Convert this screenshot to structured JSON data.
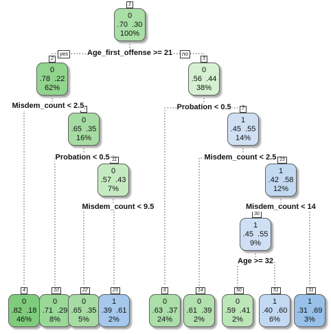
{
  "colors": {
    "class0": "#7fd17f",
    "class0_light": "#c5ebc0",
    "class1": "#8fbfe6",
    "class1_light": "#cfe0f5"
  },
  "branch_tags": {
    "yes": "yes",
    "no": "no"
  },
  "nodes": [
    {
      "id": "1",
      "cls": "0",
      "probs": ".70  .30",
      "pct": "100%",
      "color": "#a9dfa6"
    },
    {
      "id": "2",
      "cls": "0",
      "probs": ".78  .22",
      "pct": "62%",
      "color": "#91d48e"
    },
    {
      "id": "3",
      "cls": "0",
      "probs": ".56  .44",
      "pct": "38%",
      "color": "#d6f1d2"
    },
    {
      "id": "5",
      "cls": "0",
      "probs": ".65  .35",
      "pct": "16%",
      "color": "#a6dca3"
    },
    {
      "id": "7",
      "cls": "1",
      "probs": ".45  .55",
      "pct": "14%",
      "color": "#cfe0f5"
    },
    {
      "id": "11",
      "cls": "0",
      "probs": ".57  .43",
      "pct": "7%",
      "color": "#c5eac1"
    },
    {
      "id": "15",
      "cls": "1",
      "probs": ".42  .58",
      "pct": "12%",
      "color": "#c3d9f2"
    },
    {
      "id": "30",
      "cls": "1",
      "probs": ".45  .55",
      "pct": "9%",
      "color": "#cfe0f5"
    },
    {
      "id": "4",
      "cls": "0",
      "probs": ".82  .18",
      "pct": "46%",
      "color": "#7fcc7c"
    },
    {
      "id": "10",
      "cls": "0",
      "probs": ".71  .29",
      "pct": "8%",
      "color": "#9ad898"
    },
    {
      "id": "22",
      "cls": "0",
      "probs": ".65  .35",
      "pct": "5%",
      "color": "#a6dca3"
    },
    {
      "id": "23",
      "cls": "1",
      "probs": ".39  .61",
      "pct": "2%",
      "color": "#a5c8ec"
    },
    {
      "id": "6",
      "cls": "0",
      "probs": ".63  .37",
      "pct": "24%",
      "color": "#acdea9"
    },
    {
      "id": "14",
      "cls": "0",
      "probs": ".61  .39",
      "pct": "2%",
      "color": "#b2e0ae"
    },
    {
      "id": "50",
      "cls": "0",
      "probs": ".59  .41",
      "pct": "2%",
      "color": "#bce5b8"
    },
    {
      "id": "51",
      "cls": "1",
      "probs": ".40  .60",
      "pct": "6%",
      "color": "#c3d9f2"
    },
    {
      "id": "31",
      "cls": "1",
      "probs": ".31  .69",
      "pct": "3%",
      "color": "#98c0e9"
    }
  ],
  "splits": [
    {
      "node": "1",
      "text": "Age_first_offense >= 21"
    },
    {
      "node": "2",
      "text": "Misdem_count < 2.5"
    },
    {
      "node": "3",
      "text": "Probation < 0.5"
    },
    {
      "node": "5",
      "text": "Probation < 0.5"
    },
    {
      "node": "7",
      "text": "Misdem_count < 2.5"
    },
    {
      "node": "11",
      "text": "Misdem_count < 9.5"
    },
    {
      "node": "15",
      "text": "Misdem_count < 14"
    },
    {
      "node": "30",
      "text": "Age >= 32"
    }
  ]
}
